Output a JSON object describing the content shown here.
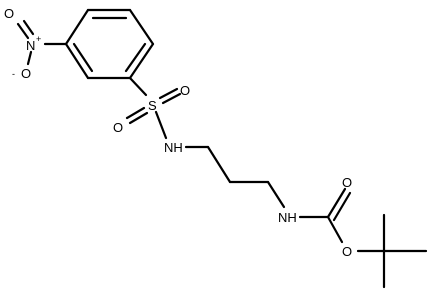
{
  "molecule": {
    "atoms": {
      "nitro_o_top": "O",
      "nitro_n": "N",
      "nitro_plus": "+",
      "nitro_o_minus": "O",
      "nitro_minus": "-",
      "sulfur": "S",
      "sulfonyl_o_left": "O",
      "sulfonyl_o_right": "O",
      "sulfonamide_nh": "NH",
      "carbamate_nh": "NH",
      "carbonyl_o": "O",
      "ester_o": "O"
    },
    "colors": {
      "bond": "#000000",
      "background": "#ffffff"
    }
  }
}
